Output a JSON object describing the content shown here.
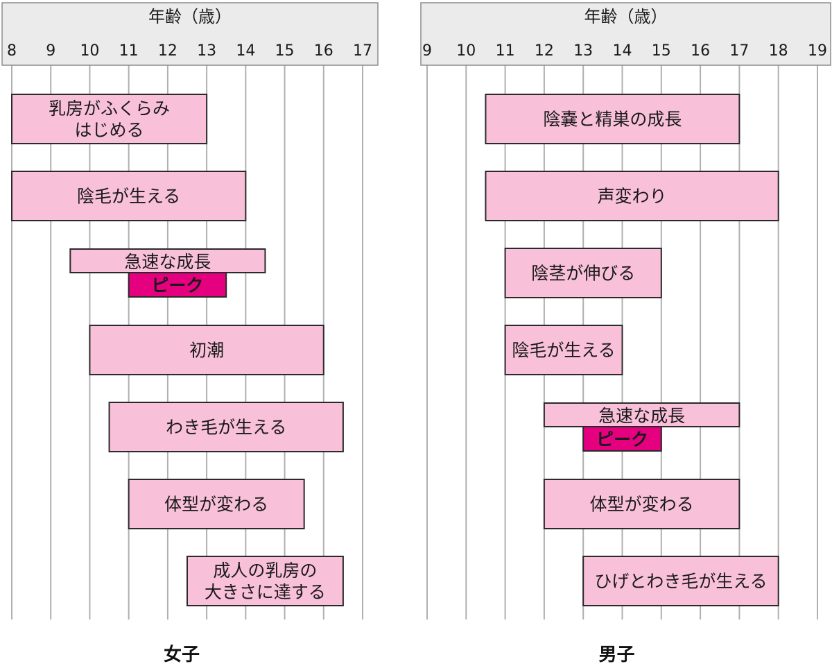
{
  "colors": {
    "bar": "#f9c0d9",
    "peak": "#e4007f"
  },
  "chart_data": [
    {
      "type": "bar",
      "orientation": "horizontal-range",
      "title": "女子",
      "xlabel": "年齢（歳）",
      "xlim": [
        8,
        17
      ],
      "xticks": [
        8,
        9,
        10,
        11,
        12,
        13,
        14,
        15,
        16,
        17
      ],
      "items": [
        {
          "label": [
            "乳房がふくらみ",
            "はじめる"
          ],
          "start": 8,
          "end": 13
        },
        {
          "label": [
            "陰毛が生える"
          ],
          "start": 8,
          "end": 14
        },
        {
          "label": [
            "急速な成長"
          ],
          "start": 9.5,
          "end": 14.5,
          "peak": {
            "label": "ピーク",
            "start": 11,
            "end": 13.5
          }
        },
        {
          "label": [
            "初潮"
          ],
          "start": 10,
          "end": 16
        },
        {
          "label": [
            "わき毛が生える"
          ],
          "start": 10.5,
          "end": 16.5
        },
        {
          "label": [
            "体型が変わる"
          ],
          "start": 11,
          "end": 15.5
        },
        {
          "label": [
            "成人の乳房の",
            "大きさに達する"
          ],
          "start": 12.5,
          "end": 16.5
        }
      ]
    },
    {
      "type": "bar",
      "orientation": "horizontal-range",
      "title": "男子",
      "xlabel": "年齢（歳）",
      "xlim": [
        9,
        19
      ],
      "xticks": [
        9,
        10,
        11,
        12,
        13,
        14,
        15,
        16,
        17,
        18,
        19
      ],
      "items": [
        {
          "label": [
            "陰嚢と精巣の成長"
          ],
          "start": 10.5,
          "end": 17
        },
        {
          "label": [
            "声変わり"
          ],
          "start": 10.5,
          "end": 18
        },
        {
          "label": [
            "陰茎が伸びる"
          ],
          "start": 11,
          "end": 15
        },
        {
          "label": [
            "陰毛が生える"
          ],
          "start": 11,
          "end": 14
        },
        {
          "label": [
            "急速な成長"
          ],
          "start": 12,
          "end": 17,
          "peak": {
            "label": "ピーク",
            "start": 13,
            "end": 15
          }
        },
        {
          "label": [
            "体型が変わる"
          ],
          "start": 12,
          "end": 17
        },
        {
          "label": [
            "ひげとわき毛が生える"
          ],
          "start": 13,
          "end": 18
        }
      ]
    }
  ]
}
